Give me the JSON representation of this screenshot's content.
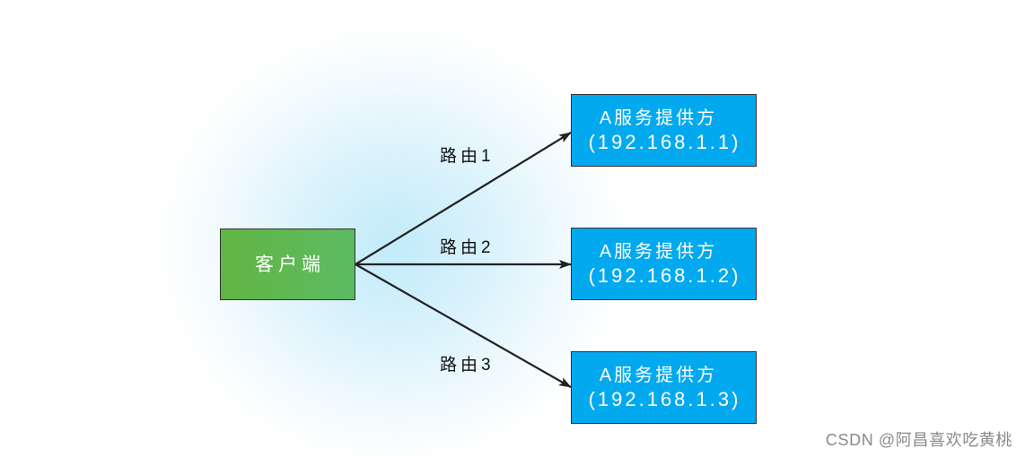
{
  "client": {
    "label": "客户端"
  },
  "providers": [
    {
      "title": "A服务提供方",
      "address": "(192.168.1.1)"
    },
    {
      "title": "A服务提供方",
      "address": "(192.168.1.2)"
    },
    {
      "title": "A服务提供方",
      "address": "(192.168.1.3)"
    }
  ],
  "routes": [
    {
      "label": "路由1"
    },
    {
      "label": "路由2"
    },
    {
      "label": "路由3"
    }
  ],
  "watermark": "CSDN @阿昌喜欢吃黄桃",
  "colors": {
    "client_fill": "#62b544",
    "client_fill_2": "#5cbb62",
    "provider_fill": "#03a9ee",
    "border": "#333333",
    "arrow": "#222222",
    "glow": "#cdeefa",
    "box_text": "#ffffff",
    "label_text": "#111111",
    "watermark": "#8a8a8a"
  }
}
